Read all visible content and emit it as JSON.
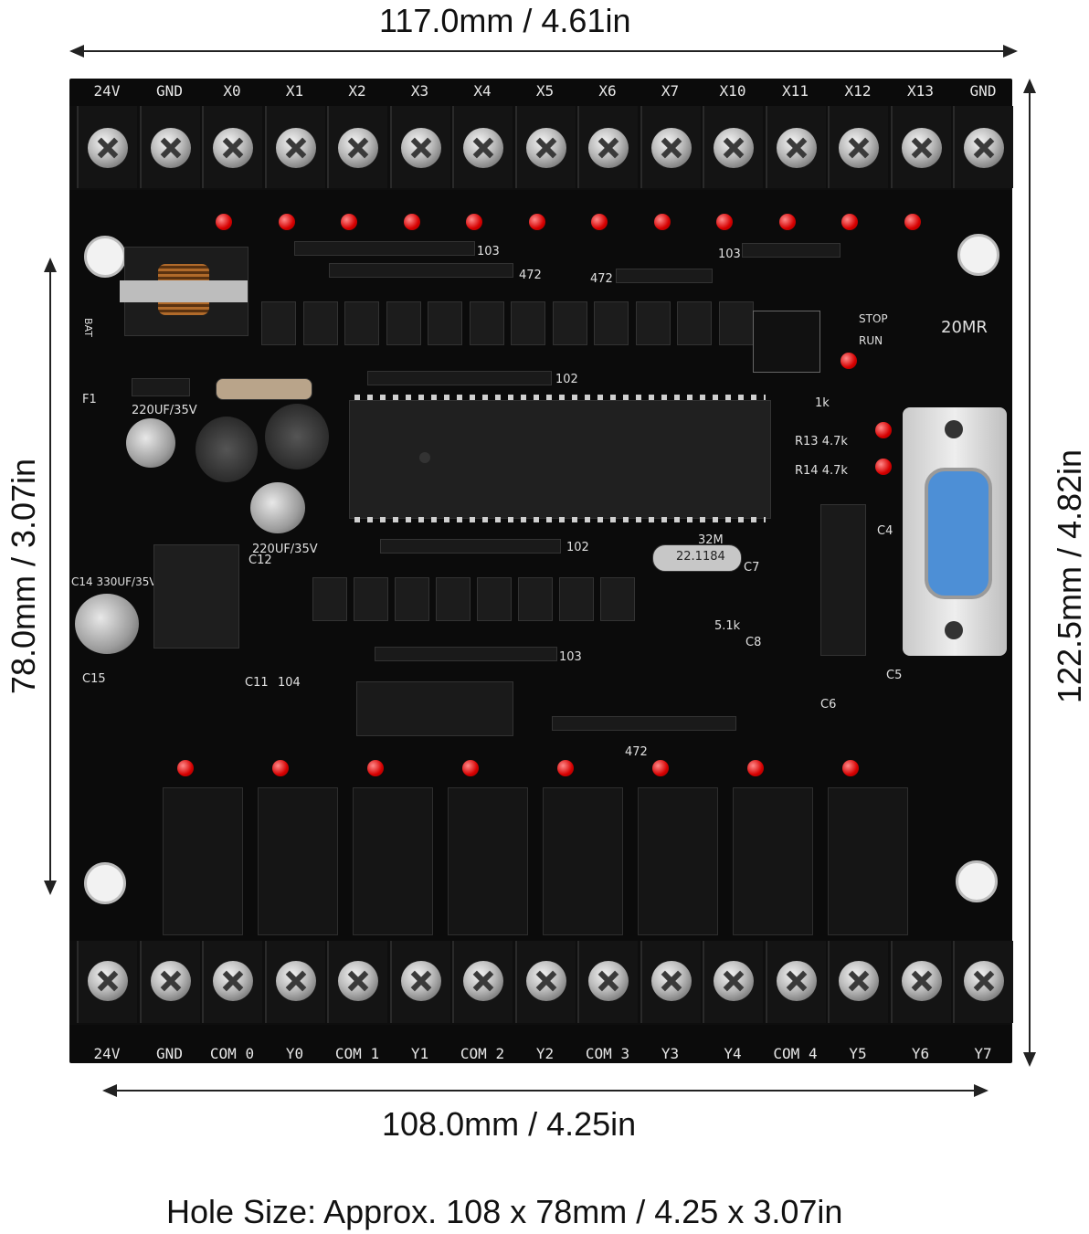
{
  "dimensions": {
    "top_width": "117.0mm / 4.61in",
    "left_height": "78.0mm / 3.07in",
    "right_height": "122.5mm / 4.82in",
    "bottom_width": "108.0mm / 4.25in",
    "hole_size": "Hole Size: Approx. 108 x 78mm / 4.25 x 3.07in"
  },
  "board": {
    "model": "20MR",
    "stop_label": "STOP",
    "run_label": "RUN",
    "top_terminals": [
      "24V",
      "GND",
      "X0",
      "X1",
      "X2",
      "X3",
      "X4",
      "X5",
      "X6",
      "X7",
      "X10",
      "X11",
      "X12",
      "X13",
      "GND"
    ],
    "bottom_terminals": [
      "24V",
      "GND",
      "COM 0",
      "Y0",
      "COM 1",
      "Y1",
      "COM 2",
      "Y2",
      "COM 3",
      "Y3",
      "Y4",
      "COM 4",
      "Y5",
      "Y6",
      "Y7"
    ],
    "silkscreen": {
      "r103a": "103",
      "r472a": "472",
      "r472b": "472",
      "r103b": "103",
      "r102a": "102",
      "r102b": "102",
      "r103c": "103",
      "r472c": "472",
      "cap1": "220UF/35V",
      "cap2": "220UF/35V",
      "c12": "C12",
      "c14": "C14 330UF/35V",
      "c15": "C15",
      "c11": "C11",
      "v104": "104",
      "r13": "R13 4.7k",
      "r14": "R14 4.7k",
      "r1k": "1k",
      "crystal": "22.1184",
      "xtal_label": "32M",
      "c4": "C4",
      "c5": "C5",
      "c6": "C6",
      "c7": "C7",
      "c8": "C8",
      "r51k": "5.1k",
      "f1": "F1",
      "bat": "BAT"
    }
  },
  "colors": {
    "board": "#0b0b0b",
    "led": "#d60000",
    "db9_insert": "#4d8fd6",
    "silkscreen": "#e0e0e0"
  }
}
